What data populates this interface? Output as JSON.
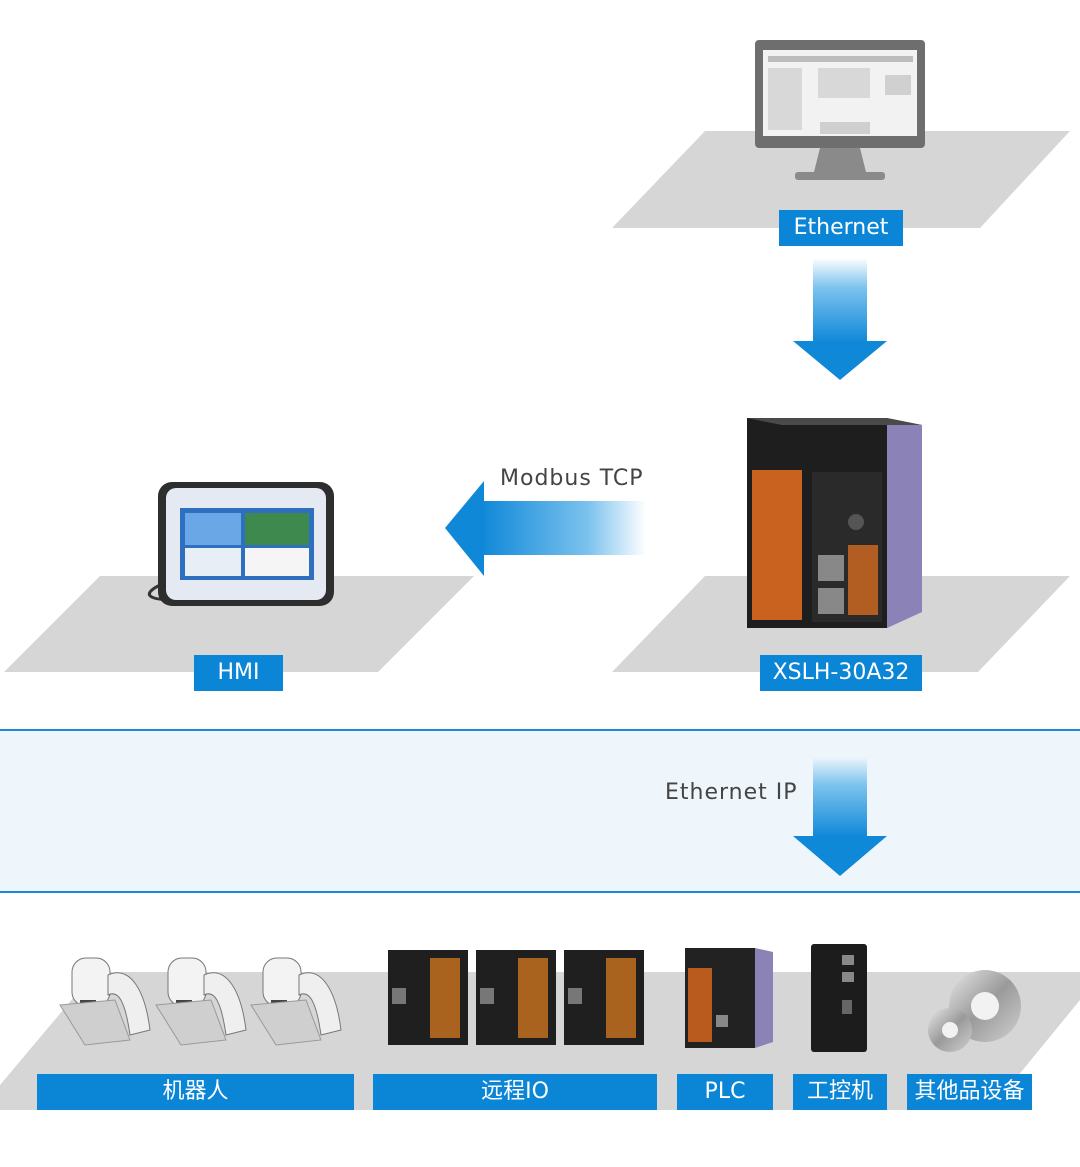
{
  "nodes": {
    "pc": {
      "label": "Ethernet"
    },
    "plc": {
      "label": "XSLH-30A32"
    },
    "hmi": {
      "label": "HMI"
    }
  },
  "connections": {
    "modbus": "Modbus  TCP",
    "ethernet_ip": "Ethernet  IP"
  },
  "devices": [
    {
      "label": "机器人"
    },
    {
      "label": "远程IO"
    },
    {
      "label": "PLC"
    },
    {
      "label": "工控机"
    },
    {
      "label": "其他品设备"
    }
  ],
  "colors": {
    "accent": "#0b86d6",
    "platform": "#d6d6d6",
    "band": "#eef5fb"
  }
}
